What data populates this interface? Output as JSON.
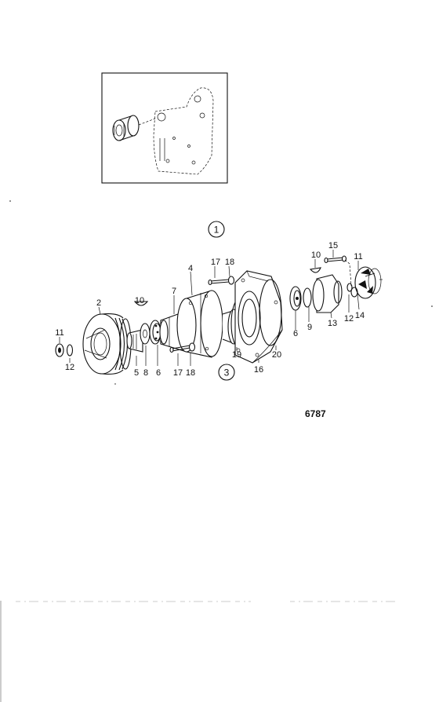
{
  "figure_number": "6787",
  "callouts": {
    "circled_1": "1",
    "circled_3": "3"
  },
  "parts": {
    "p2": "2",
    "p4": "4",
    "p5": "5",
    "p6a": "6",
    "p6b": "6",
    "p7": "7",
    "p8": "8",
    "p9": "9",
    "p10a": "10",
    "p10b": "10",
    "p11a": "11",
    "p11b": "11",
    "p12a": "12",
    "p12b": "12",
    "p13": "13",
    "p14": "14",
    "p15": "15",
    "p16": "16",
    "p17a": "17",
    "p17b": "17",
    "p18a": "18",
    "p18b": "18",
    "p19": "19",
    "p20": "20"
  }
}
